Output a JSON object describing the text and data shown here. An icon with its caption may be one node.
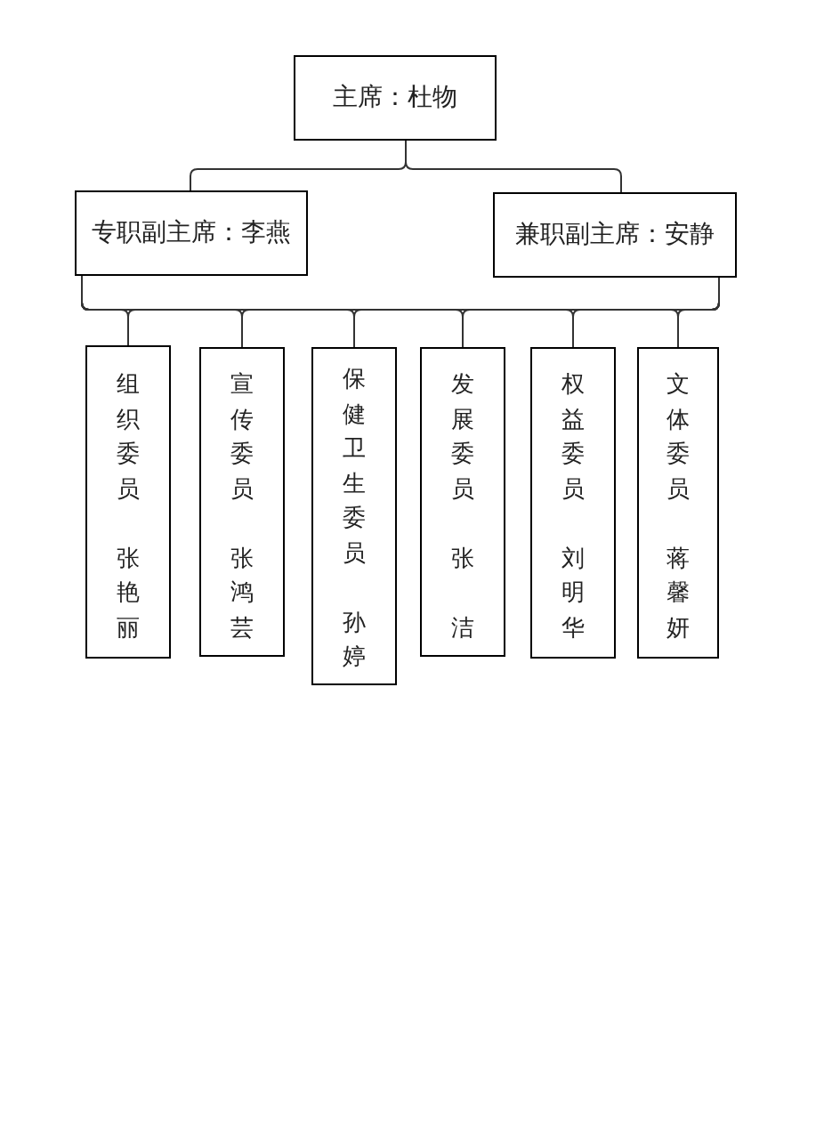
{
  "diagram": {
    "nodes": [
      {
        "text": [
          "主席：杜物"
        ]
      },
      {
        "text": [
          "专职副主席：李燕"
        ]
      },
      {
        "text": [
          "兼职副主席：安静"
        ]
      },
      {
        "text": [
          "组织委员",
          "张艳丽"
        ]
      },
      {
        "text": [
          "宣传委员",
          "张鸿芸"
        ]
      },
      {
        "text": [
          "保健卫生委员",
          "孙婷"
        ]
      },
      {
        "text": [
          "发展委员",
          "张洁"
        ]
      },
      {
        "text": [
          "权益委员",
          "刘明华"
        ]
      },
      {
        "text": [
          "文体委员",
          "蒋馨妍"
        ]
      }
    ],
    "edges": [
      {
        "from": 0,
        "to": 1,
        "arrow": "none"
      },
      {
        "from": 0,
        "to": 2,
        "arrow": "none"
      },
      {
        "from": 1,
        "to": 3,
        "arrow": "none"
      },
      {
        "from": 1,
        "to": 4,
        "arrow": "none"
      },
      {
        "from": 1,
        "to": 5,
        "arrow": "none"
      },
      {
        "from": 1,
        "to": 6,
        "arrow": "none"
      },
      {
        "from": 1,
        "to": 7,
        "arrow": "none"
      },
      {
        "from": 1,
        "to": 8,
        "arrow": "none"
      },
      {
        "from": 2,
        "to": 3,
        "arrow": "none"
      },
      {
        "from": 2,
        "to": 4,
        "arrow": "none"
      },
      {
        "from": 2,
        "to": 5,
        "arrow": "none"
      },
      {
        "from": 2,
        "to": 6,
        "arrow": "none"
      },
      {
        "from": 2,
        "to": 7,
        "arrow": "none"
      },
      {
        "from": 2,
        "to": 8,
        "arrow": "none"
      }
    ]
  }
}
